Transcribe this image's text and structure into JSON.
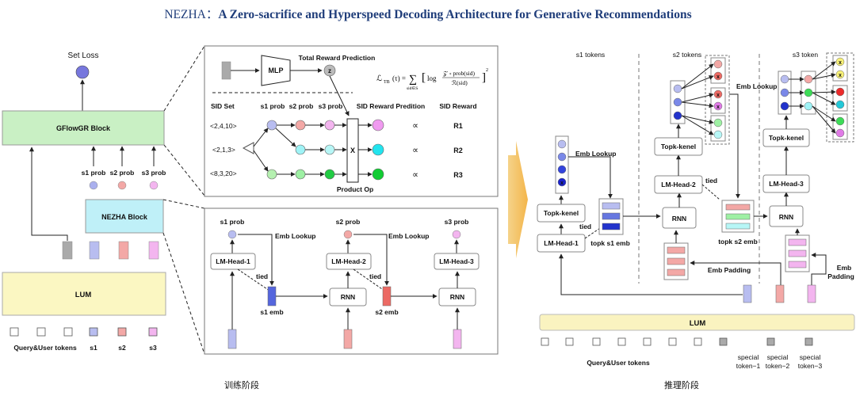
{
  "title": {
    "prefix": "NEZHA：",
    "main": "A Zero-sacrifice and Hyperspeed Decoding Architecture for Generative Recommendations"
  },
  "colors": {
    "title": "#1f3d7a",
    "gflowgr": "#c9f0c4",
    "nezha": "#bff0f8",
    "lum": "#fbf7c2",
    "lum_bar": "#faf3c0",
    "blue": "#5566dd",
    "red": "#ec7a74",
    "pink": "#f2a6ee",
    "gray": "#aaaaaa",
    "cyan": "#7ff0f5",
    "green": "#3ddc57"
  },
  "left": {
    "set_loss": "Set Loss",
    "gflowgr": "GFlowGR Block",
    "nezha": "NEZHA Block",
    "lum": "LUM",
    "probs": [
      "s1 prob",
      "s2 prob",
      "s3 prob"
    ],
    "tokens_label": "Query&User tokens",
    "s_labels": [
      "s1",
      "s2",
      "s3"
    ],
    "caption": "训练阶段"
  },
  "reward": {
    "mlp": "MLP",
    "z": "z",
    "total_reward": "Total Reward  Prediction",
    "formula_lhs": "ℒ",
    "formula_sub": "TB",
    "formula_arg": "(τ) =",
    "formula_sum": "∑",
    "formula_sum_sub": "sid∈S",
    "formula_log": "log",
    "formula_num": "𝒵 ∗ prob(sid)",
    "formula_den": "ℛ(sid)",
    "formula_exp": "2",
    "headers": [
      "SID Set",
      "s1 prob",
      "s2 prob",
      "s3 prob",
      "SID Reward Predition",
      "SID Reward"
    ],
    "sids": [
      "<2,4,10>",
      "<2,1,3>",
      "<8,3,20>"
    ],
    "propto": "∝",
    "rewards": [
      "R1",
      "R2",
      "R3"
    ],
    "x": "X",
    "product_op": "Product Op"
  },
  "nezha_detail": {
    "probs": [
      "s1 prob",
      "s2 prob",
      "s3 prob"
    ],
    "heads": [
      "LM-Head-1",
      "LM-Head-2",
      "LM-Head-3"
    ],
    "emb_lookup": "Emb Lookup",
    "tied": "tied",
    "rnn": "RNN",
    "embs": [
      "s1 emb",
      "s2 emb"
    ]
  },
  "right": {
    "columns": [
      "s1 tokens",
      "s2 tokens",
      "s3 token"
    ],
    "topk": "Topk-kenel",
    "heads": [
      "LM-Head-1",
      "LM-Head-2",
      "LM-Head-3"
    ],
    "emb_lookup": "Emb Lookup",
    "tied": "tied",
    "rnn": "RNN",
    "topk_embs": [
      "topk s1 emb",
      "topk s2 emb"
    ],
    "emb_padding": "Emb Padding",
    "lum": "LUM",
    "tokens_label": "Query&User tokens",
    "special": [
      "special\ntoken−1",
      "special\ntoken−2",
      "special\ntoken−3"
    ],
    "caption": "推理阶段"
  }
}
